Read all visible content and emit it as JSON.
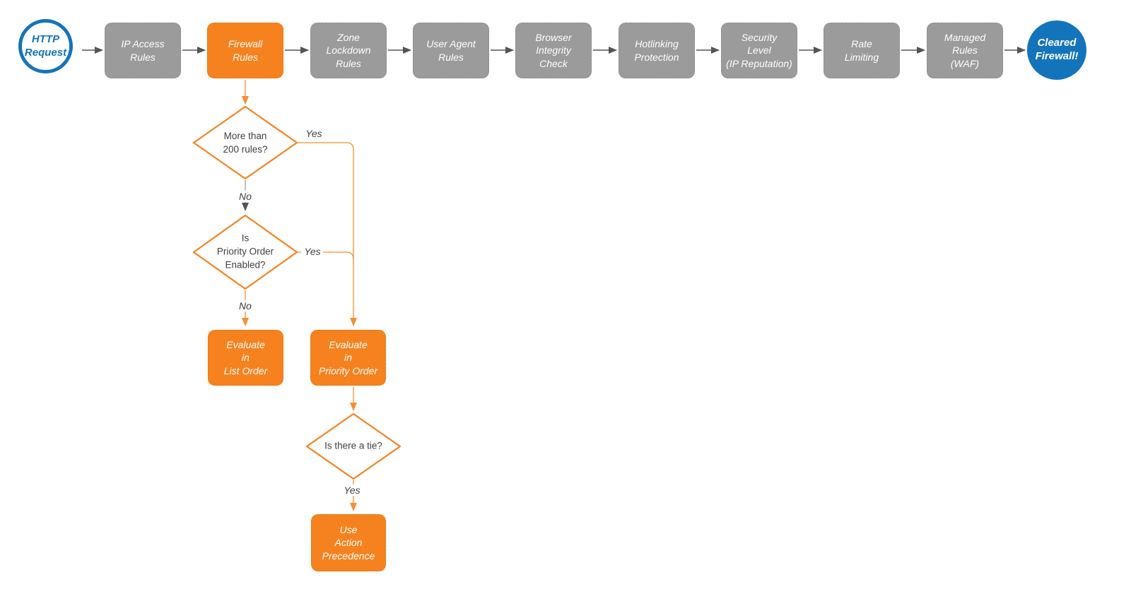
{
  "colors": {
    "orange": "#F6821F",
    "gray": "#9B9B9B",
    "blue": "#1474BB",
    "arrow_dark": "#545454",
    "text_dark": "#404040"
  },
  "flow": {
    "start": {
      "label": "HTTP\nRequest"
    },
    "end": {
      "label": "Cleared\nFirewall!"
    },
    "steps": [
      {
        "label": "IP Access\nRules"
      },
      {
        "label": "Firewall\nRules"
      },
      {
        "label": "Zone\nLockdown\nRules"
      },
      {
        "label": "User Agent\nRules"
      },
      {
        "label": "Browser\nIntegrity\nCheck"
      },
      {
        "label": "Hotlinking\nProtection"
      },
      {
        "label": "Security\nLevel\n(IP Reputation)"
      },
      {
        "label": "Rate\nLimiting"
      },
      {
        "label": "Managed\nRules\n(WAF)"
      }
    ],
    "decisions": [
      {
        "label": "More than\n200 rules?"
      },
      {
        "label": "Is\nPriority Order\nEnabled?"
      },
      {
        "label": "Is there a tie?"
      }
    ],
    "actions": [
      {
        "label": "Evaluate\nin\nList Order"
      },
      {
        "label": "Evaluate\nin\nPriority Order"
      },
      {
        "label": "Use\nAction\nPrecedence"
      }
    ],
    "edges": {
      "d1_yes": "Yes",
      "d1_no": "No",
      "d2_yes": "Yes",
      "d2_no": "No",
      "d3_yes": "Yes"
    }
  }
}
